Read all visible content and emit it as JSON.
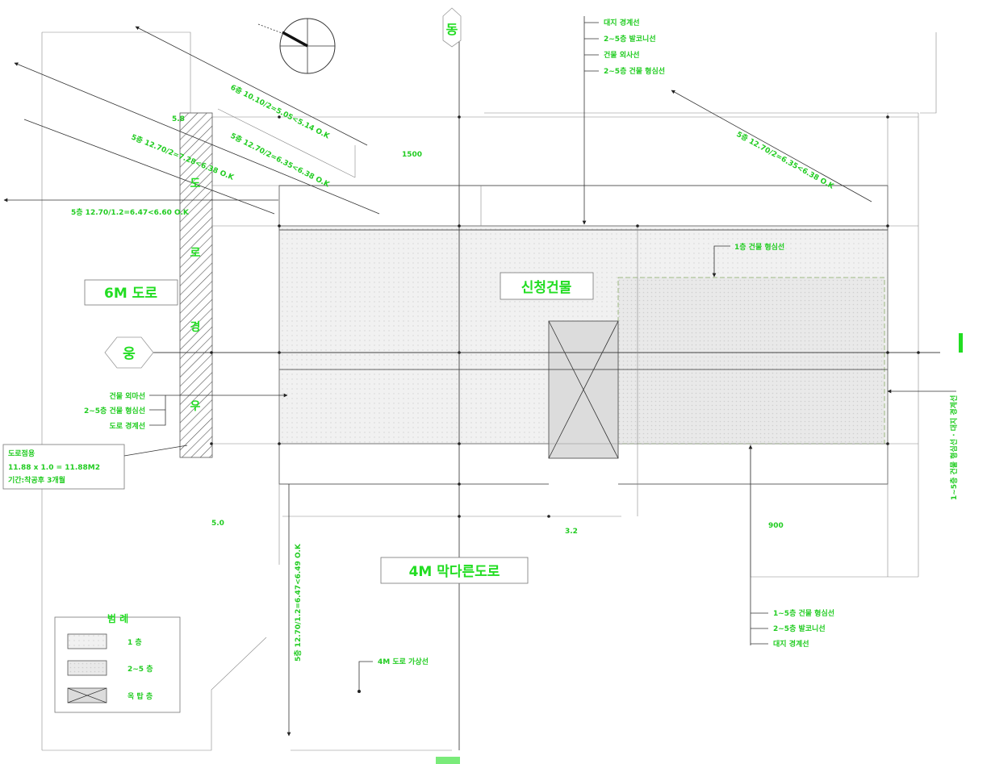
{
  "directions": {
    "north": "동",
    "west": "웅"
  },
  "road_strip_chars": [
    "도",
    "로",
    "경",
    "우"
  ],
  "titles": {
    "road_6m": "6M 도로",
    "building": "신청건물",
    "road_4m": "4M 막다른도로"
  },
  "top_callouts": [
    "대지 경계선",
    "2~5층 발코니선",
    "건물 외사선",
    "2~5층 건물 형심선"
  ],
  "left_callouts": [
    "건물 외마선",
    "2~5층 건물 형심선",
    "도로 경계선"
  ],
  "road_note": [
    "도로점용",
    "11.88 x 1.0 = 11.88M2",
    "기간:착공후 3개월"
  ],
  "diagonal_labels": {
    "d1": "6층 10.10/2=5.05<5.14 O.K",
    "d2": "5층 12.70/2=6.35<6.38 O.K",
    "d3": "5층 12.70/2=7.28<6.38 O.K",
    "d4": "5층 12.70/1.2=6.47<6.60 O.K",
    "d5": "5층 12.70/2=6.35<6.38 O.K",
    "d6": "5층 12.70/1.2=6.47<6.49 O.K"
  },
  "floor1_line_label": "1층 건물 형심선",
  "right_vertical_label": "1~5층 건물 형심선 · 대지 경계선",
  "bottom_right_callouts": [
    "1~5층 건물 형심선",
    "2~5층 발코니선",
    "대지 경계선"
  ],
  "road_4m_line_label": "4M 도로 가상선",
  "dims": {
    "top": "5.8",
    "left": "5.0",
    "center": "3.2",
    "mid_top": "1500",
    "right": "900"
  },
  "legend": {
    "title": "범 례",
    "items": [
      {
        "label": "1 층"
      },
      {
        "label": "2~5 층"
      },
      {
        "label": "옥 탑 층"
      }
    ]
  },
  "colors": {
    "label_green": "#22cc22",
    "title_green": "#22dd22",
    "line": "#333333"
  }
}
